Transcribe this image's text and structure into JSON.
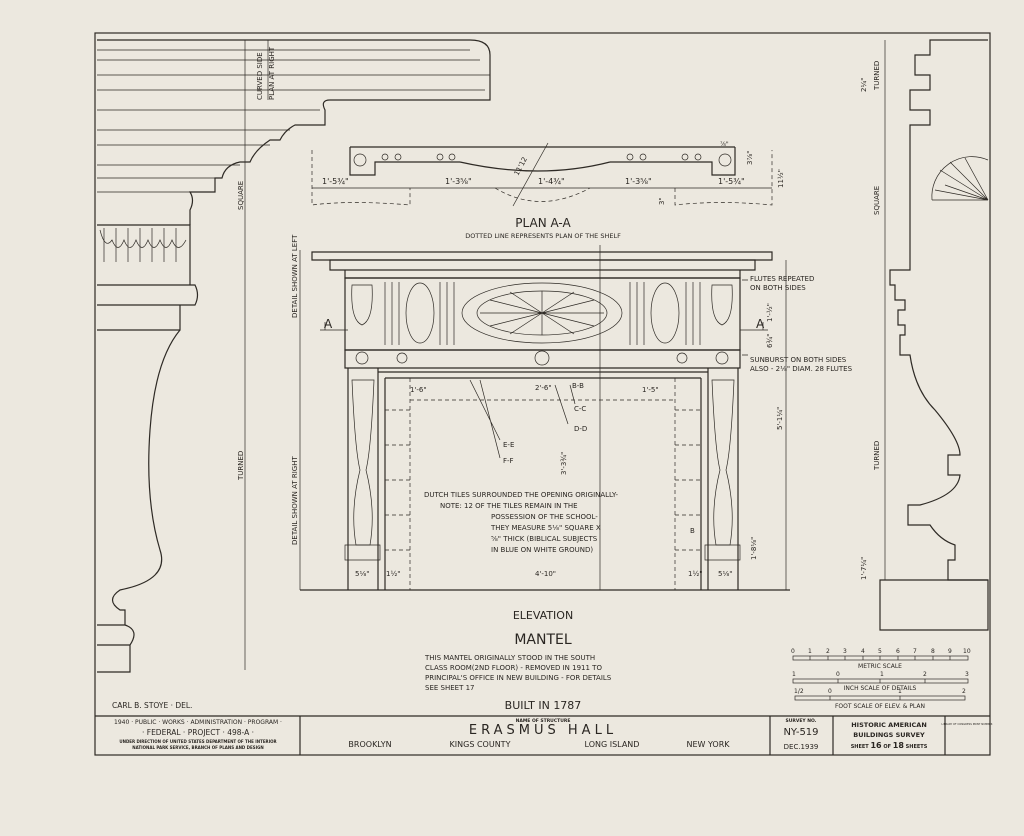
{
  "sheet": {
    "left_detail": {
      "curved_side": "CURVED SIDE",
      "plan_at_right": "PLAN AT RIGHT",
      "square": "SQUARE",
      "turned": "TURNED"
    },
    "plan": {
      "title": "PLAN A-A",
      "subtitle": "DOTTED LINE REPRESENTS PLAN OF THE SHELF",
      "dims": [
        "1'-5¾\"",
        "1'-3⅝\"",
        "1'-4¾\"",
        "1'-3⅝\"",
        "1'-5¾\"",
        "11'12",
        "3\"",
        "11½\"",
        "3⅞\"",
        "⅞\""
      ]
    },
    "elevation": {
      "detail_left": "DETAIL SHOWN AT LEFT",
      "detail_right": "DETAIL SHOWN AT RIGHT",
      "section_marker": "A",
      "flutes_note": [
        "FLUTES REPEATED",
        "ON BOTH SIDES"
      ],
      "sunburst_note": [
        "SUNBURST ON BOTH SIDES",
        "ALSO - 2⅛\" DIAM. 28 FLUTES"
      ],
      "section_refs": [
        "B-B",
        "C-C",
        "D-D",
        "E-E",
        "F-F",
        "B"
      ],
      "dims": {
        "left_panel": "1'-6\"",
        "center_panel": "2'-6\"",
        "right_panel": "1'-5\"",
        "opening_height": "3'-3¾\"",
        "total_height": "5'-1¼\"",
        "base_left": "5⅛\"",
        "base_left2": "1½\"",
        "opening_width": "4'-10\"",
        "base_right2": "1½\"",
        "base_right": "5⅛\"",
        "plinth": "1'-8⅛\"",
        "upper": "1'-½\"",
        "frieze": "6¾\""
      },
      "tiles_note": [
        "DUTCH TILES SURROUNDED THE OPENING ORIGINALLY-",
        "NOTE: 12 OF THE TILES REMAIN IN THE",
        "POSSESSION OF THE SCHOOL-",
        "THEY MEASURE 5⅛\" SQUARE X",
        "⅝\" THICK (BIBLICAL SUBJECTS",
        "IN BLUE ON WHITE GROUND)"
      ],
      "caption": "ELEVATION",
      "title": "MANTEL",
      "description": [
        "THIS MANTEL ORIGINALLY STOOD IN THE SOUTH",
        "CLASS ROOM(2ND FLOOR) - REMOVED IN 1911 TO",
        "PRINCIPAL'S OFFICE IN NEW BUILDING - FOR DETAILS",
        "SEE SHEET 17"
      ],
      "built": "BUILT IN 1787"
    },
    "right_detail": {
      "turned_top": "TURNED",
      "square": "SQUARE",
      "turned": "TURNED",
      "dim_top": "2¼\"",
      "dim_bottom": "1'-7¼\""
    },
    "scales": {
      "metric_ticks": [
        "0",
        "1",
        "2",
        "3",
        "4",
        "5",
        "6",
        "7",
        "8",
        "9",
        "10"
      ],
      "metric_label": "METRIC SCALE",
      "inch_ticks": [
        "1",
        "0",
        "1",
        "2",
        "3"
      ],
      "inch_label": "INCH SCALE OF DETAILS",
      "foot_ticks": [
        "1/2",
        "0",
        "1",
        "2"
      ],
      "foot_label": "FOOT SCALE OF ELEV. & PLAN"
    },
    "delineator": "CARL B. STOYE · DEL."
  },
  "title_block": {
    "program": "1940 · PUBLIC · WORKS · ADMINISTRATION · PROGRAM ·",
    "project": "· FEDERAL · PROJECT · 498-A ·",
    "direction1": "UNDER DIRECTION OF UNITED STATES DEPARTMENT OF THE INTERIOR",
    "direction2": "NATIONAL PARK SERVICE, BRANCH OF PLANS AND DESIGN",
    "name_label": "NAME OF STRUCTURE",
    "structure": "ERASMUS HALL",
    "locations": [
      "BROOKLYN",
      "KINGS COUNTY",
      "LONG ISLAND",
      "NEW YORK"
    ],
    "survey_label": "SURVEY NO.",
    "survey_no": "NY-519",
    "date": "DEC.1939",
    "habs1": "HISTORIC AMERICAN",
    "habs2": "BUILDINGS SURVEY",
    "sheet_word": "SHEET",
    "sheet_no": "16",
    "of_word": "OF",
    "sheet_total": "18",
    "sheets_word": "SHEETS",
    "stamp": "LIBRARY OF CONGRESS PRINT NUMBER"
  }
}
